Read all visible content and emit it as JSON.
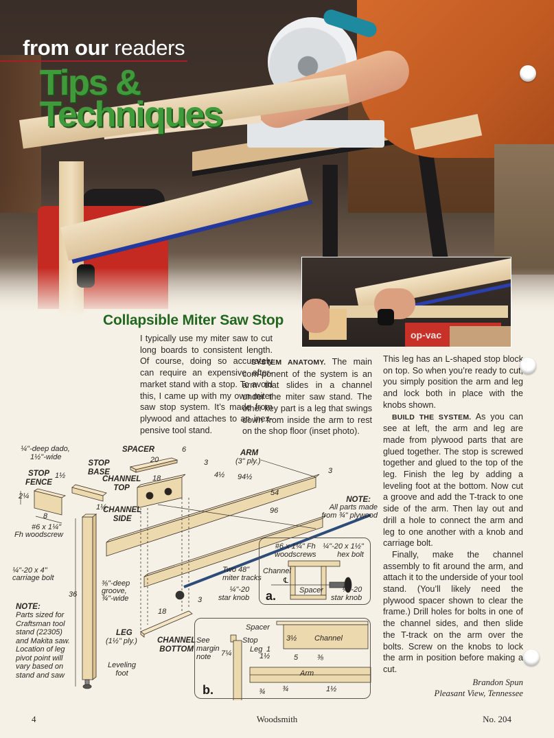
{
  "header": {
    "kicker_bold": "from our",
    "kicker_light": "readers",
    "title_line1": "Tips &",
    "title_line2": "Techniques",
    "colors": {
      "title_green": "#3f9a3a",
      "kicker_rule": "#a61f24",
      "headline_green": "#22661f"
    }
  },
  "photos": {
    "main": {
      "subject": "miter saw on tool stand with collapsible plywood stop arm and blue T-track"
    },
    "inset": {
      "subject": "hands locking leg to arm with star knob",
      "vac_label": "op-vac"
    }
  },
  "article": {
    "headline": "Collapsible Miter Saw Stop",
    "col1": {
      "p1": "I typically use my miter saw to cut long boards to consistent length. Of course, doing so accurately can require an expensive after-market stand with a stop. To avoid this, I came up with my own miter saw stop system. It’s made from plywood and attaches to an inex-pensive tool stand."
    },
    "col2": {
      "p1_runin": "SYSTEM ANATOMY.",
      "p1": " The main com-ponent of the system is an arm that slides in a channel under the miter saw stand. The other key part is a leg that swings down from inside the arm to rest on the shop floor (inset photo)."
    },
    "col3": {
      "p1": "This leg has an L-shaped stop block on top. So when you’re ready to cut, you simply position the arm and leg and lock both in place with the knobs shown.",
      "p2_runin": "BUILD THE SYSTEM.",
      "p2": " As you can see at left, the arm and leg are made from plywood parts that are glued together. The stop is screwed together and glued to the top of the leg. Finish the leg by adding a leveling foot at the bottom. Now cut a groove and add the T-track to one side of the arm. Then lay out and drill a hole to connect the arm and leg to one another with a knob and carriage bolt.",
      "p3": "Finally, make the channel assembly to fit around the arm, and attach it to the underside of your tool stand. (You’ll likely need the plywood spacer shown to clear the frame.) Drill holes for bolts in one of the channel sides, and then slide the T-track on the arm over the bolts. Screw on the knobs to lock the arm in position before making a cut."
    },
    "byline": {
      "name": "Brandon Spun",
      "location": "Pleasant View, Tennessee"
    }
  },
  "diagram": {
    "labels": {
      "dado": "¼\"-deep dado,",
      "dado2": "1½\"-wide",
      "stop_base": "STOP\nBASE",
      "stop_fence": "STOP\nFENCE",
      "d_1_5_top": "1½",
      "d_2_25": "2¼",
      "d_8": "8",
      "d_1_5_leg": "1½",
      "woodscrew": "#6 x 1¼\"",
      "woodscrew2": "Fh woodscrew",
      "spacer": "SPACER",
      "d_20": "20",
      "d_6": "6",
      "d_3_top": "3",
      "d_4_5": "4½",
      "channel_top": "CHANNEL\nTOP",
      "d_18_top": "18",
      "channel_side": "CHANNEL\nSIDE",
      "arm": "ARM",
      "arm_ply": "(3\" ply.)",
      "d_94_5": "94½",
      "d_3_arm": "3",
      "d_54": "54",
      "d_96": "96",
      "note_parts_title": "NOTE:",
      "note_parts": "All parts made\nfrom ¾\" plywood",
      "carriage_bolt": "¼\"-20 x 4\"",
      "carriage_bolt2": "carriage bolt",
      "d_36": "36",
      "groove": "⅜\"-deep\ngroove,\n¾\"-wide",
      "miter_tracks": "Two 48\"\nmiter tracks",
      "star_knob": "¼\"-20\nstar knob",
      "d_18_bottom": "18",
      "d_3_bottom": "3",
      "channel_bottom": "CHANNEL\nBOTTOM",
      "leg": "LEG",
      "leg_ply": "(1½\" ply.)",
      "leveling_foot": "Leveling\nfoot",
      "note_sized_title": "NOTE:",
      "note_sized": "Parts sized for Craftsman tool stand (22305) and Makita saw. Location of leg pivot point will vary based on stand and saw"
    },
    "detail_a": {
      "tag": "a.",
      "woodscrews": "#6 x 1¼\" Fh\nwoodscrews",
      "hex_bolt": "¼\"-20 x 1½\"\nhex bolt",
      "channel": "Channel",
      "spacer": "Spacer",
      "star_knob": "¼\"-20\nstar knob",
      "centerline": "℄"
    },
    "detail_b": {
      "tag": "b.",
      "spacer": "Spacer",
      "stop": "Stop",
      "leg": "Leg",
      "see_margin": "See\nmargin\nnote",
      "d_3_5": "3½",
      "channel": "Channel",
      "d_1": "1",
      "d_1_5": "1½",
      "d_5": "5",
      "d_3_8": "⅜",
      "d_7_25": "7¼",
      "arm": "Arm",
      "d_3_4a": "¾",
      "d_3_4b": "¾",
      "d_1_5b": "1½"
    }
  },
  "footer": {
    "page_number": "4",
    "magazine": "Woodsmith",
    "issue": "No. 204"
  }
}
